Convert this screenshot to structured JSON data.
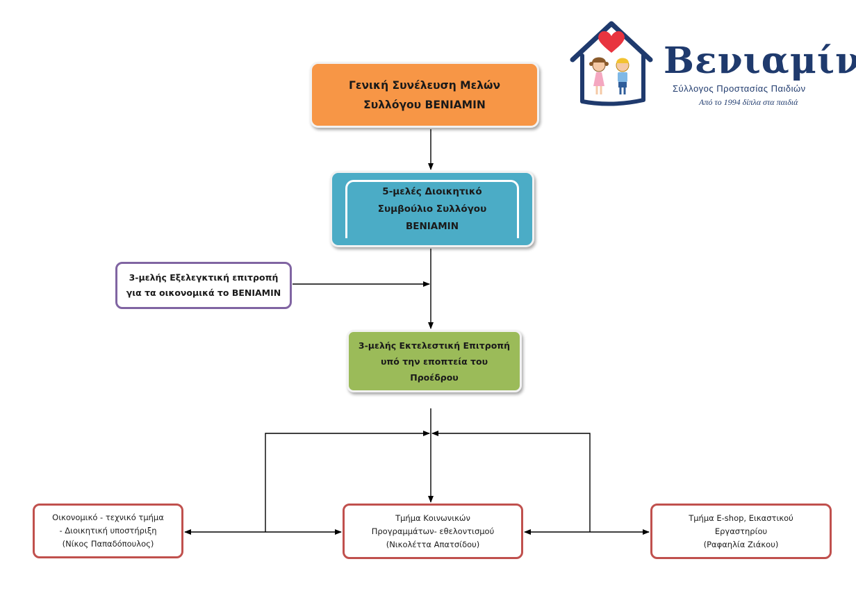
{
  "nodes": {
    "assembly": {
      "lines": [
        "Γενική Συνέλευση Μελών",
        "Συλλόγου ΒΕΝΙΑΜΙΝ"
      ]
    },
    "board": {
      "lines": [
        "5-μελές Διοικητικό",
        "Συμβούλιο Συλλόγου",
        "ΒΕΝΙΑΜΙΝ"
      ]
    },
    "audit": {
      "lines": [
        "3-μελής Εξελεγκτική επιτροπή",
        "για τα οικονομικά το ΒΕΝΙΑΜΙΝ"
      ]
    },
    "executive": {
      "lines": [
        "3-μελής Εκτελεστική Επιτροπή",
        "υπό την εποπτεία του",
        "Προέδρου"
      ]
    },
    "finance": {
      "lines": [
        "Οικονομικό  - τεχνικό τμήμα",
        "- Διοικητική υποστήριξη",
        "(Νίκος Παπαδόπουλος)"
      ]
    },
    "social": {
      "lines": [
        "Τμήμα Κοινωνικών",
        "Προγραμμάτων- εθελοντισμού",
        "(Νικολέττα Απατσίδου)"
      ]
    },
    "eshop": {
      "lines": [
        "Τμήμα E-shop, Εικαστικού",
        "Εργαστηρίου",
        "(Ραφαηλία Ζιάκου)"
      ]
    }
  },
  "logo": {
    "name": "Βενιαμίν",
    "subtitle": "Σύλλογος Προστασίας Παιδιών",
    "tagline": "Από το 1994 δίπλα στα παιδιά"
  },
  "colors": {
    "assembly": "#f79646",
    "board": "#4bacc6",
    "audit_border": "#8064a2",
    "executive": "#9bbb59",
    "department_border": "#c0504d",
    "logo_navy": "#1f3a6d",
    "logo_heart": "#e8343f"
  },
  "icons": [
    "house-icon",
    "heart-icon",
    "girl-icon",
    "boy-icon"
  ]
}
